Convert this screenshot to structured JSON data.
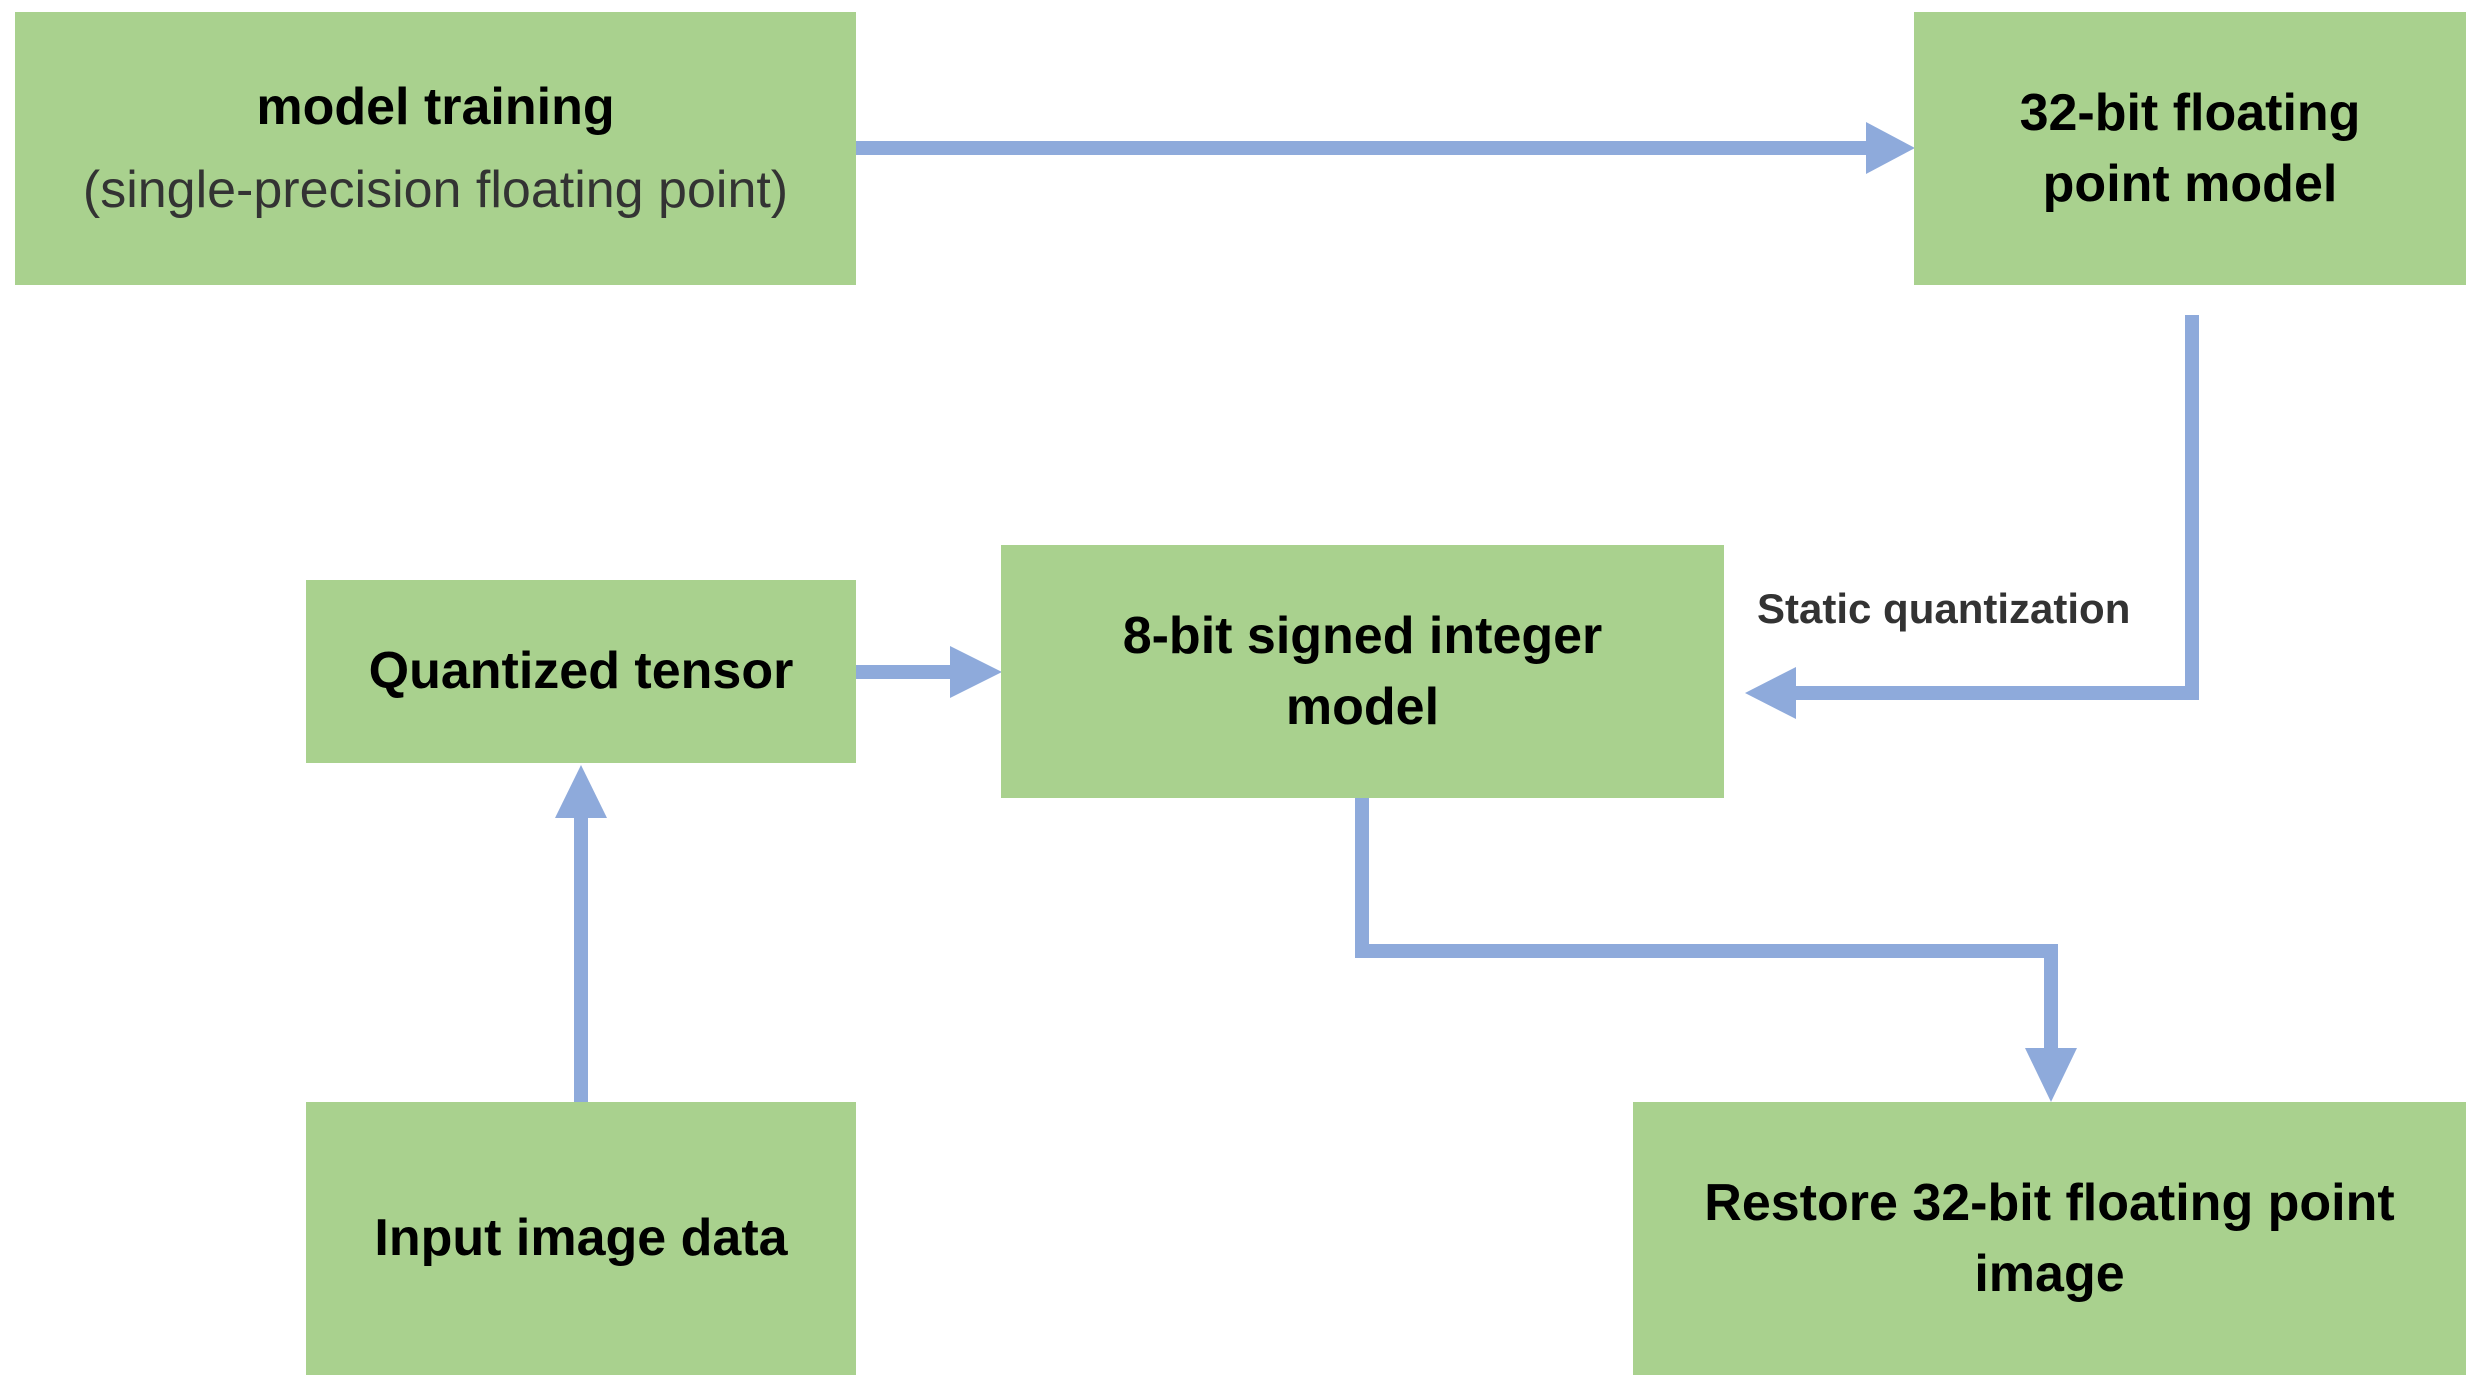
{
  "colors": {
    "node_fill": "#a9d18e",
    "arrow": "#8eaadb",
    "text": "#000000",
    "subtext": "#333333"
  },
  "nodes": {
    "model_training": {
      "title": "model training",
      "subtitle": "(single-precision floating point)"
    },
    "fp32_model": {
      "line1": "32-bit floating",
      "line2": "point model"
    },
    "quantized_tensor": {
      "title": "Quantized tensor"
    },
    "int8_model": {
      "line1": "8-bit signed integer",
      "line2": "model"
    },
    "input_image": {
      "title": "Input image data"
    },
    "restore_image": {
      "line1": "Restore 32-bit floating point",
      "line2": "image"
    }
  },
  "edges": {
    "static_quantization_label": "Static quantization"
  }
}
